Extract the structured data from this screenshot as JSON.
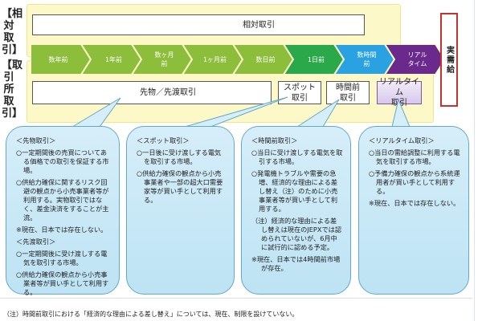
{
  "side_labels": {
    "relative": "【相対取引】",
    "exchange": "【取引所取引】"
  },
  "relative_trade_label": "相対取引",
  "timeline": [
    {
      "label": "数年前",
      "color": "#8cbe3c"
    },
    {
      "label": "1年前",
      "color": "#8cbe3c"
    },
    {
      "label": "数ヶ月\n前",
      "color": "#8cbe3c"
    },
    {
      "label": "1ヶ月前",
      "color": "#8cbe3c"
    },
    {
      "label": "数日前",
      "color": "#8cbe3c"
    },
    {
      "label": "1日前",
      "color": "#2aa84a"
    },
    {
      "label": "数時間\n前",
      "color": "#2aa2e2"
    },
    {
      "label": "リアル\nタイム",
      "color": "#6a2a8c"
    }
  ],
  "actual_supply": "実需給",
  "exchange_boxes": {
    "forward": "先物／先渡取引",
    "spot": "スポット\n取引",
    "intraday": "時間前\n取引",
    "realtime": "リアルタイム\n取引"
  },
  "bubbles": [
    {
      "paragraphs": [
        {
          "type": "head",
          "text": "＜先物取引＞"
        },
        {
          "type": "item",
          "text": "○一定期間後の売買についてある価格での取引を保証する市場。"
        },
        {
          "type": "item",
          "text": "○供給力確保に関するリスク回避の観点から小売事業者等が利用する。実物取引ではなく、差金決済をすることが主流。"
        },
        {
          "type": "plain",
          "text": "※現在、日本では存在しない。"
        },
        {
          "type": "head",
          "text": "＜先渡取引＞"
        },
        {
          "type": "item",
          "text": "○一定期間後に受け渡しする電気を取引する市場。"
        },
        {
          "type": "item",
          "text": "○供給力確保の観点から小売事業者等が買い手として利用する。"
        }
      ]
    },
    {
      "paragraphs": [
        {
          "type": "head",
          "text": "＜スポット取引＞"
        },
        {
          "type": "item",
          "text": "○一日後に受け渡しする電気を取引する市場。"
        },
        {
          "type": "item",
          "text": "○供給力確保の観点から小売事業者や一部の超大口需要家等が買い手として利用する。"
        }
      ]
    },
    {
      "paragraphs": [
        {
          "type": "head",
          "text": "＜時間前取引＞"
        },
        {
          "type": "item",
          "text": "○当日に受け渡しする電気を取引する市場。"
        },
        {
          "type": "item",
          "text": "○発電機トラブルや需要の急増、経済的な理由による差し替え（注）のために小売事業者等が買い手として利用する。"
        },
        {
          "type": "ind",
          "text": "（注）経済的な理由による差し替えは現在のJEPXでは認められていないが、6月中に試行的に認める予定。"
        },
        {
          "type": "ind",
          "text": "※現在、日本では4時間前市場が存在。"
        }
      ]
    },
    {
      "paragraphs": [
        {
          "type": "head",
          "text": "＜リアルタイム取引＞"
        },
        {
          "type": "item",
          "text": "○当日の需給調整に利用する電気を取引する市場。"
        },
        {
          "type": "item",
          "text": "○予備力確保の観点から系統運用者が買い手として利用する。"
        },
        {
          "type": "plain",
          "text": "※現在、日本では存在しない。"
        }
      ]
    }
  ],
  "footnote": "（注）時間前取引における「経済的な理由による差し替え」については、現在、制限を設けていない。"
}
